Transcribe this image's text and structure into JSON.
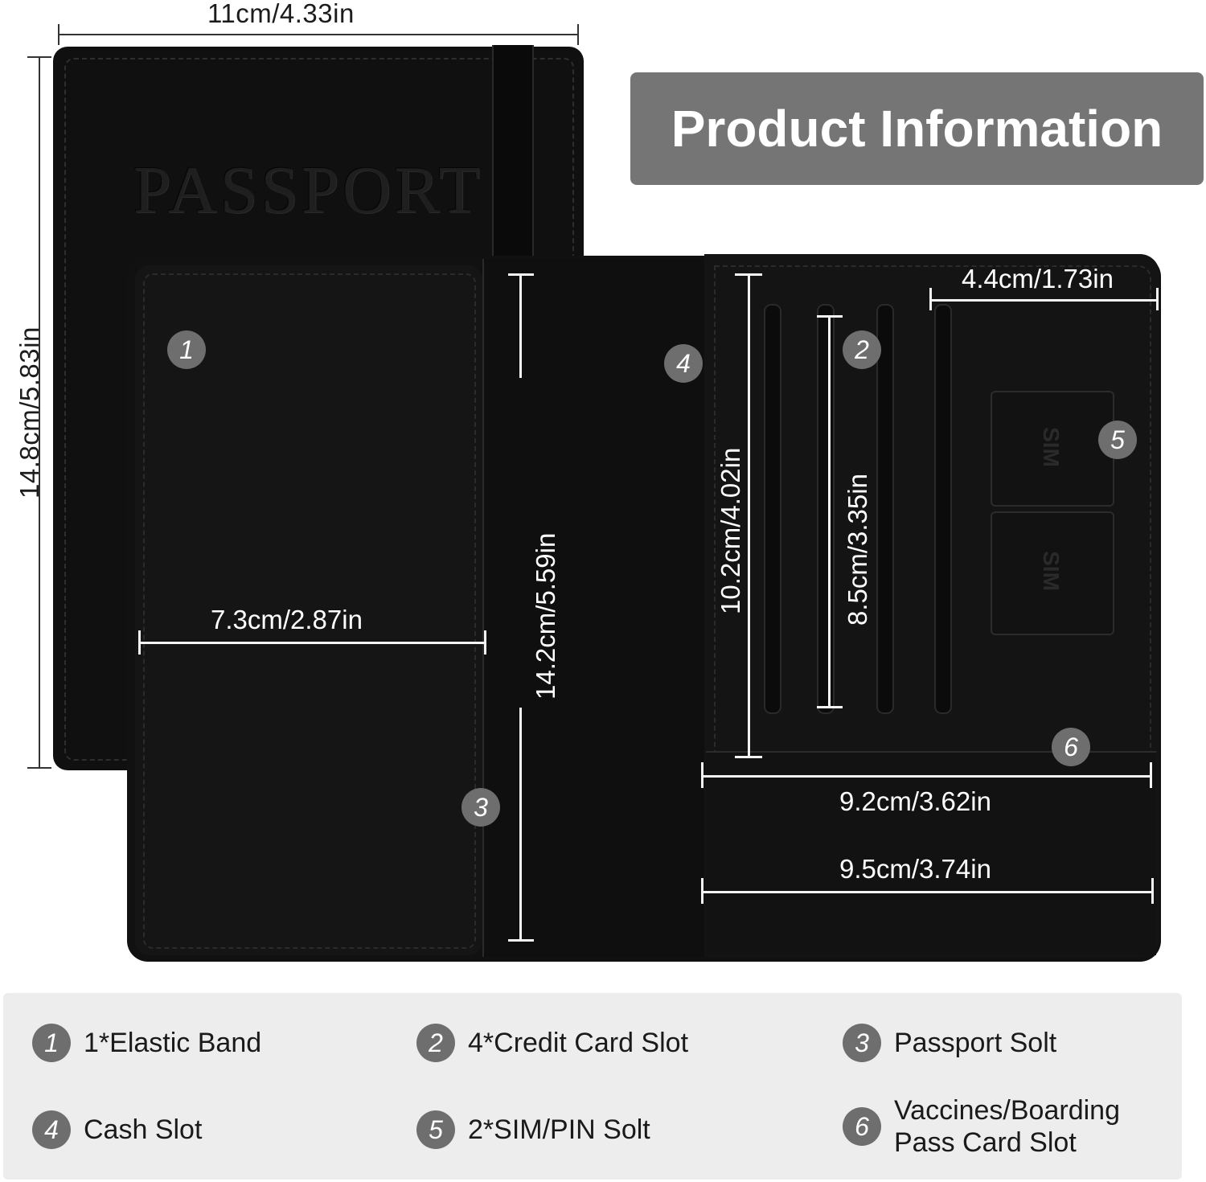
{
  "title": "Product Information",
  "cover_emboss": "PASSPORT",
  "sim_labels": [
    "SIM",
    "SIM"
  ],
  "dimensions": {
    "width_total": "11cm/4.33in",
    "height_total": "14.8cm/5.83in",
    "left_pocket_width": "7.3cm/2.87in",
    "passport_height": "14.2cm/5.59in",
    "cash_slot_height": "10.2cm/4.02in",
    "card_slot_height": "8.5cm/3.35in",
    "card_width": "4.4cm/1.73in",
    "right_panel_width_inner": "9.2cm/3.62in",
    "right_panel_width_outer": "9.5cm/3.74in"
  },
  "badges": [
    "1",
    "2",
    "3",
    "4",
    "5",
    "6"
  ],
  "legend": [
    {
      "num": "1",
      "label": "1*Elastic Band"
    },
    {
      "num": "2",
      "label": "4*Credit Card Slot"
    },
    {
      "num": "3",
      "label": "Passport Solt"
    },
    {
      "num": "4",
      "label": "Cash Slot"
    },
    {
      "num": "5",
      "label": "2*SIM/PIN Solt"
    },
    {
      "num": "6",
      "label": "Vaccines/Boarding\nPass Card Slot"
    }
  ]
}
